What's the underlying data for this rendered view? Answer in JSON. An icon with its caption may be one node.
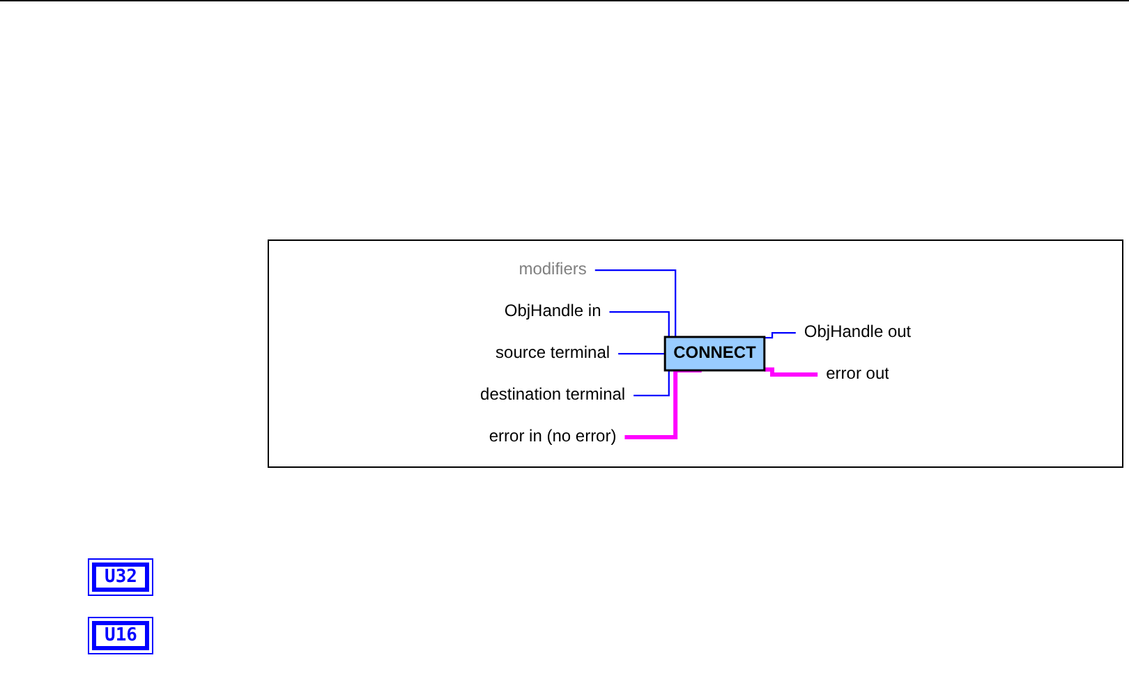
{
  "diagram": {
    "nodes": [
      {
        "text": [
          "modifiers"
        ]
      },
      {
        "text": [
          "ObjHandle in"
        ]
      },
      {
        "text": [
          "source terminal"
        ]
      },
      {
        "text": [
          "destination terminal"
        ]
      },
      {
        "text": [
          "error in (no error)"
        ]
      },
      {
        "text": [
          "CONNECT"
        ]
      },
      {
        "text": [
          "ObjHandle out"
        ]
      },
      {
        "text": [
          "error out"
        ]
      }
    ],
    "edges": [
      {
        "from": 0,
        "to": 5,
        "arrow": "none"
      },
      {
        "from": 1,
        "to": 5,
        "arrow": "none"
      },
      {
        "from": 2,
        "to": 5,
        "arrow": "none"
      },
      {
        "from": 3,
        "to": 5,
        "arrow": "none"
      },
      {
        "from": 4,
        "to": 5,
        "arrow": "none",
        "style": "thick",
        "color": "#ff00ff"
      },
      {
        "from": 5,
        "to": 6,
        "arrow": "none"
      },
      {
        "from": 5,
        "to": 7,
        "arrow": "none",
        "style": "thick",
        "color": "#ff00ff"
      }
    ],
    "labels": [
      "U32",
      "U16"
    ]
  }
}
